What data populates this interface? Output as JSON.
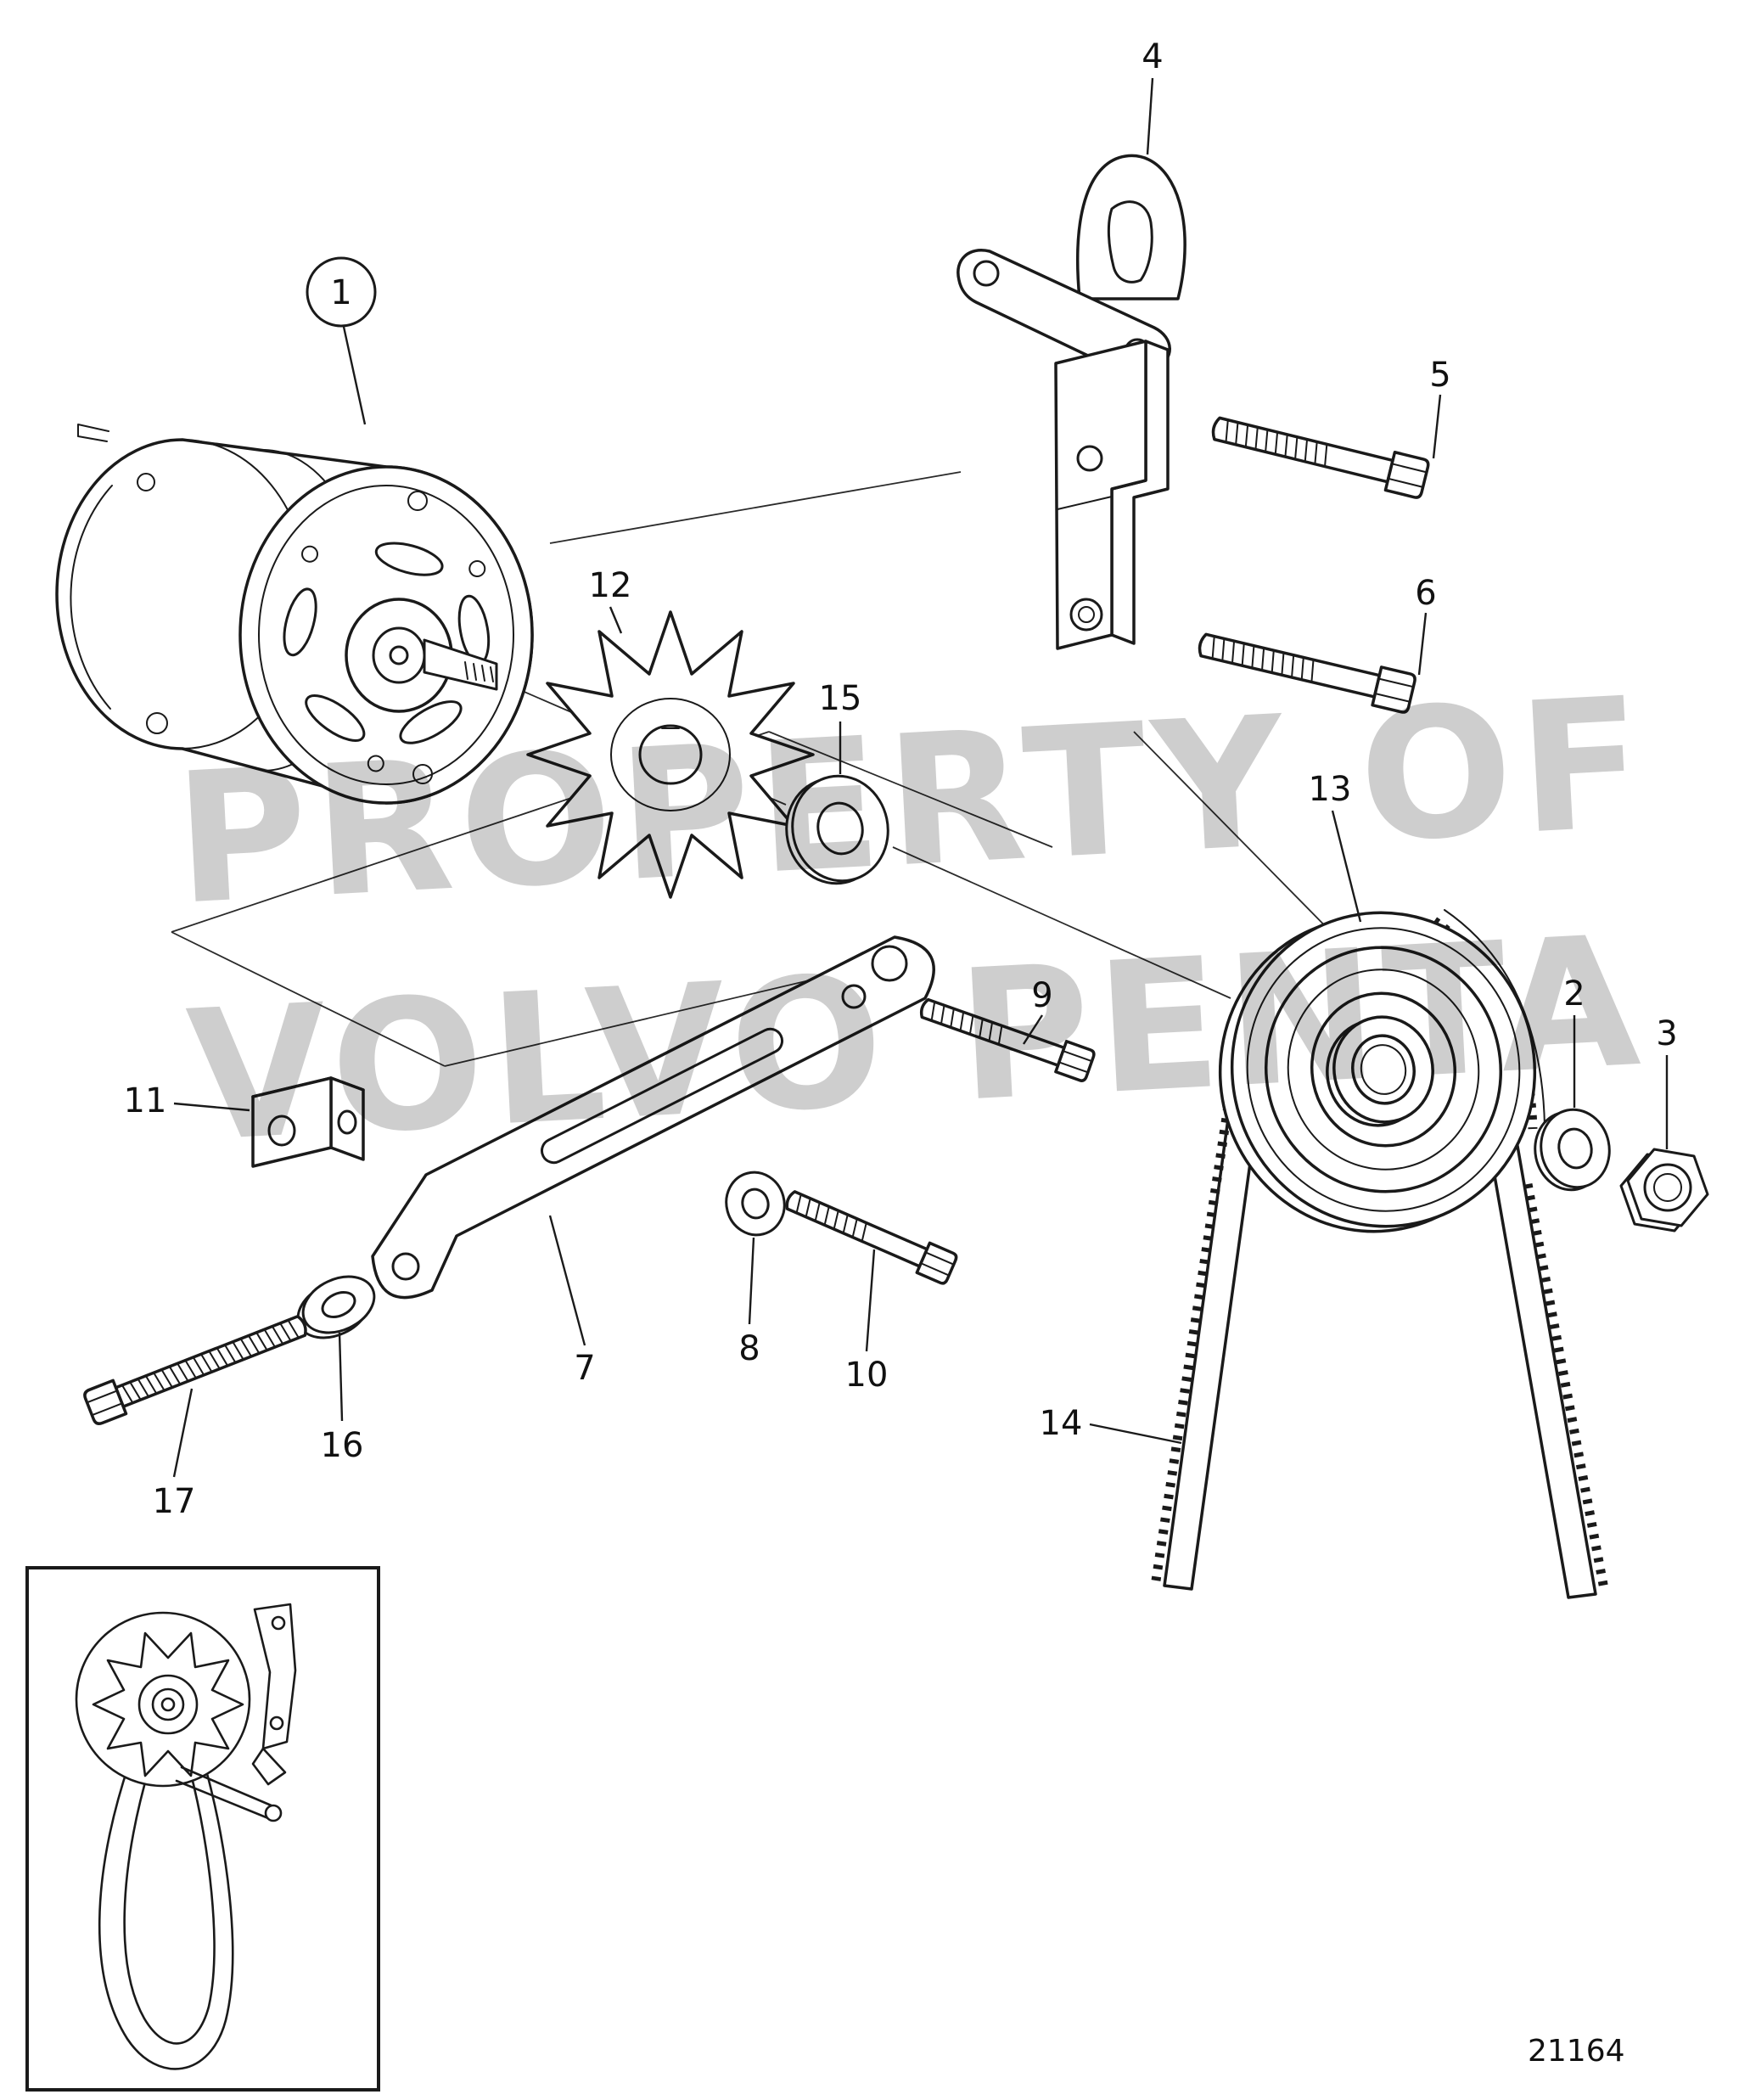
{
  "page": {
    "background_color": "#ffffff",
    "line_color": "#1a1a1a",
    "watermark_color": "#7d7d7d"
  },
  "diagram": {
    "drawing_number": "21164",
    "watermark": {
      "line1": "PROPERTY OF",
      "line2": "VOLVO PENTA"
    },
    "callouts": [
      {
        "label": "1"
      },
      {
        "label": "2"
      },
      {
        "label": "3"
      },
      {
        "label": "4"
      },
      {
        "label": "5"
      },
      {
        "label": "6"
      },
      {
        "label": "7"
      },
      {
        "label": "8"
      },
      {
        "label": "9"
      },
      {
        "label": "10"
      },
      {
        "label": "11"
      },
      {
        "label": "12"
      },
      {
        "label": "13"
      },
      {
        "label": "14"
      },
      {
        "label": "15"
      },
      {
        "label": "16"
      },
      {
        "label": "17"
      }
    ]
  }
}
